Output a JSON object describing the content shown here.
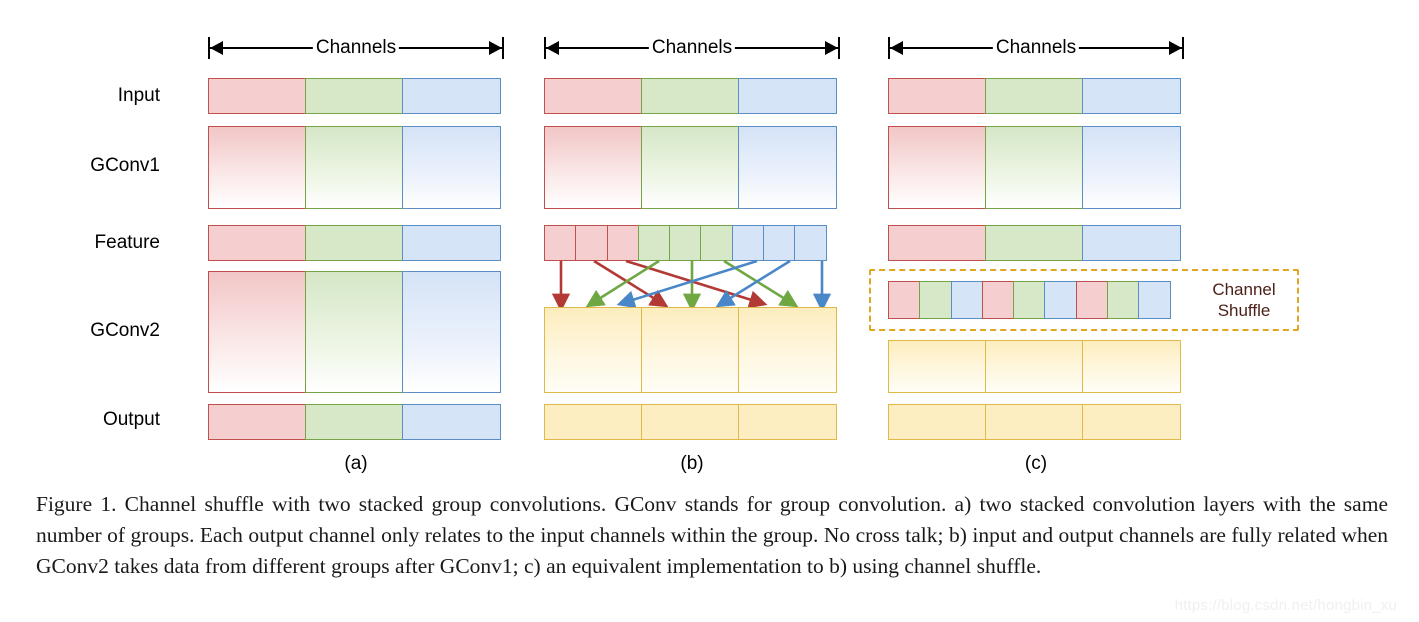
{
  "figure": {
    "row_labels": [
      "Input",
      "GConv1",
      "Feature",
      "GConv2",
      "Output"
    ],
    "channels_label": "Channels",
    "panel_captions": [
      "(a)",
      "(b)",
      "(c)"
    ],
    "shuffle_label": "Channel\nShuffle",
    "caption": "Figure 1. Channel shuffle with two stacked group convolutions. GConv stands for group convolution. a) two stacked convolution layers with the same number of groups. Each output channel only relates to the input channels within the group. No cross talk; b) input and output channels are fully related when GConv2 takes data from different groups after GConv1; c) an equivalent implementation to b) using channel shuffle.",
    "watermark": "https://blog.csdn.net/hongbin_xu",
    "colors": {
      "red_fill": "#f5cfcf",
      "red_stroke": "#c0504d",
      "green_fill": "#d7e8c8",
      "green_stroke": "#76a347",
      "blue_fill": "#d6e4f7",
      "blue_stroke": "#5b8ec4",
      "yellow_fill": "#fdeec2",
      "yellow_stroke": "#e0b949",
      "shuffle_box_stroke": "#e0a521",
      "shuffle_text": "#4a1f16"
    },
    "group_names": [
      "red",
      "green",
      "blue"
    ],
    "groups_per_row": 3,
    "feature_cells_per_group": 3,
    "shuffle_sequence": [
      "red",
      "green",
      "blue",
      "red",
      "green",
      "blue",
      "red",
      "green",
      "blue"
    ]
  }
}
